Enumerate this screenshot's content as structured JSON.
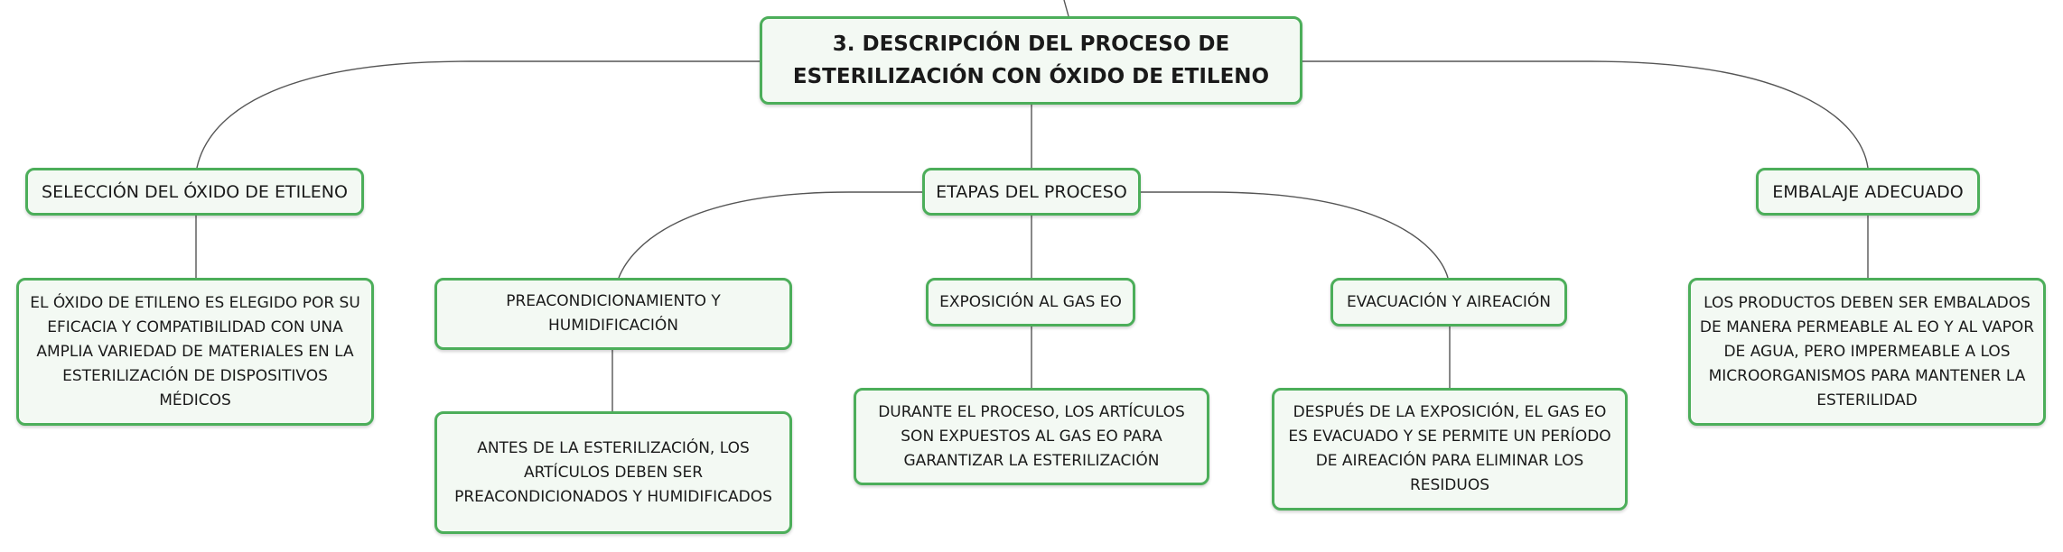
{
  "diagram": {
    "title": "3. DESCRIPCIÓN DEL PROCESO DE ESTERILIZACIÓN CON ÓXIDO DE ETILENO",
    "branches": {
      "seleccion": {
        "label": "SELECCIÓN DEL ÓXIDO DE ETILENO",
        "detail": "EL ÓXIDO DE ETILENO ES ELEGIDO POR SU EFICACIA Y COMPATIBILIDAD CON UNA AMPLIA VARIEDAD DE MATERIALES EN LA ESTERILIZACIÓN DE DISPOSITIVOS MÉDICOS"
      },
      "etapas": {
        "label": "ETAPAS DEL PROCESO",
        "steps": [
          {
            "label": "PREACONDICIONAMIENTO Y HUMIDIFICACIÓN",
            "detail": "ANTES DE LA ESTERILIZACIÓN, LOS ARTÍCULOS DEBEN SER PREACONDICIONADOS Y HUMIDIFICADOS"
          },
          {
            "label": "EXPOSICIÓN AL GAS EO",
            "detail": "DURANTE EL PROCESO, LOS ARTÍCULOS SON EXPUESTOS AL GAS EO PARA GARANTIZAR LA ESTERILIZACIÓN"
          },
          {
            "label": "EVACUACIÓN Y AIREACIÓN",
            "detail": "DESPUÉS DE LA EXPOSICIÓN, EL GAS EO ES EVACUADO Y SE PERMITE UN PERÍODO DE AIREACIÓN PARA ELIMINAR LOS RESIDUOS"
          }
        ]
      },
      "embalaje": {
        "label": "EMBALAJE ADECUADO",
        "detail": "LOS PRODUCTOS DEBEN SER EMBALADOS DE MANERA PERMEABLE AL EO Y AL VAPOR DE AGUA, PERO IMPERMEABLE A LOS MICROORGANISMOS PARA MANTENER LA ESTERILIDAD"
      }
    }
  },
  "colors": {
    "node_border": "#4cae5a",
    "node_fill": "#f3f9f3",
    "connector": "#555555"
  }
}
